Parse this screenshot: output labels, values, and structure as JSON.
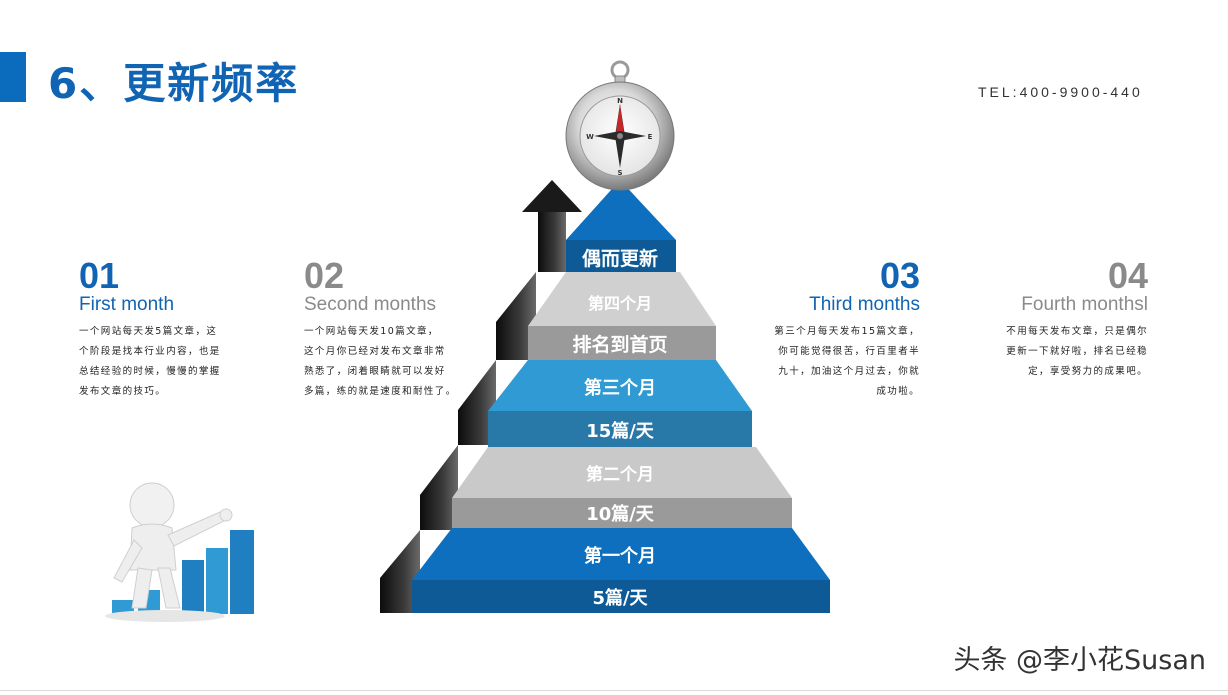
{
  "header": {
    "title": "6、更新频率",
    "tel": "TEL:400-9900-440"
  },
  "columns": [
    {
      "num": "01",
      "subtitle": "First month",
      "text": [
        "一个网站每天发5篇文章，这",
        "个阶段是找本行业内容，也是",
        "总结经验的时候，慢慢的掌握",
        "发布文章的技巧。"
      ]
    },
    {
      "num": "02",
      "subtitle": "Second months",
      "text": [
        "一个网站每天发10篇文章，",
        "这个月你已经对发布文章非常",
        "熟悉了，闭着眼睛就可以发好",
        "多篇，练的就是速度和耐性了。"
      ]
    },
    {
      "num": "03",
      "subtitle": "Third months",
      "text": [
        "第三个月每天发布15篇文章，",
        "你可能觉得很苦，行百里者半",
        "九十，加油这个月过去，你就",
        "成功啦。"
      ]
    },
    {
      "num": "04",
      "subtitle": "Fourth monthsl",
      "text": [
        "不用每天发布文章，只是偶尔",
        "更新一下就好啦，排名已经稳",
        "定，享受努力的成果吧。"
      ]
    }
  ],
  "pyramid": {
    "top": "偶而更新",
    "tier4_label": "第四个月",
    "tier4_band": "排名到首页",
    "tier3_label": "第三个月",
    "tier3_band": "15篇/天",
    "tier2_label": "第二个月",
    "tier2_band": "10篇/天",
    "tier1_label": "第一个月",
    "tier1_band": "5篇/天"
  },
  "compass": {
    "n": "N",
    "s": "S",
    "e": "E",
    "w": "W"
  },
  "watermark": "头条 @李小花Susan",
  "colors": {
    "accent": "#1164b4",
    "blue_light": "#2f9ad3",
    "blue_dark": "#0d5a96",
    "gray_light": "#c9c9c9",
    "gray_dark": "#9a9a9a"
  }
}
